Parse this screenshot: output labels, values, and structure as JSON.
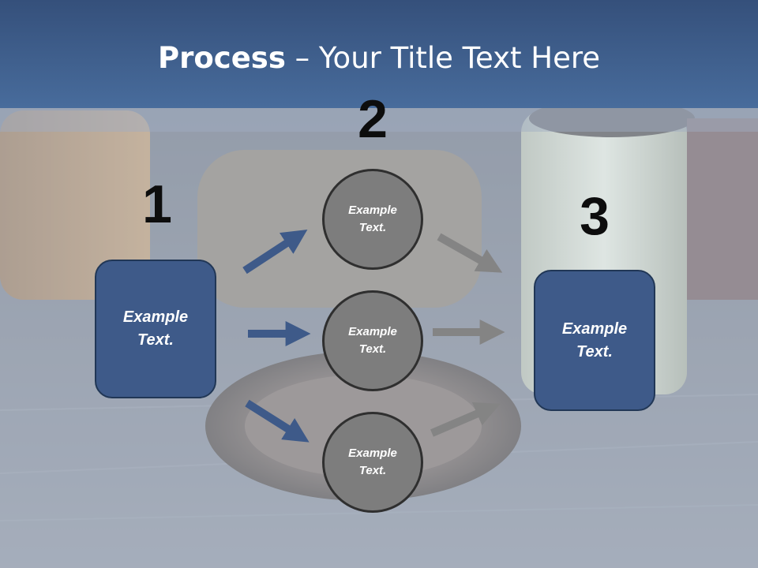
{
  "title": {
    "bold": "Process",
    "rest": " – Your Title Text Here"
  },
  "steps": [
    {
      "number": "1",
      "text": "Example Text."
    },
    {
      "number": "2"
    },
    {
      "number": "3",
      "text": "Example Text."
    }
  ],
  "circles": [
    {
      "text": "Example Text."
    },
    {
      "text": "Example Text."
    },
    {
      "text": "Example Text."
    }
  ],
  "colors": {
    "accent": "#3e5a89",
    "circle": "#7d7d7d",
    "title_bar": "#3f6090"
  }
}
